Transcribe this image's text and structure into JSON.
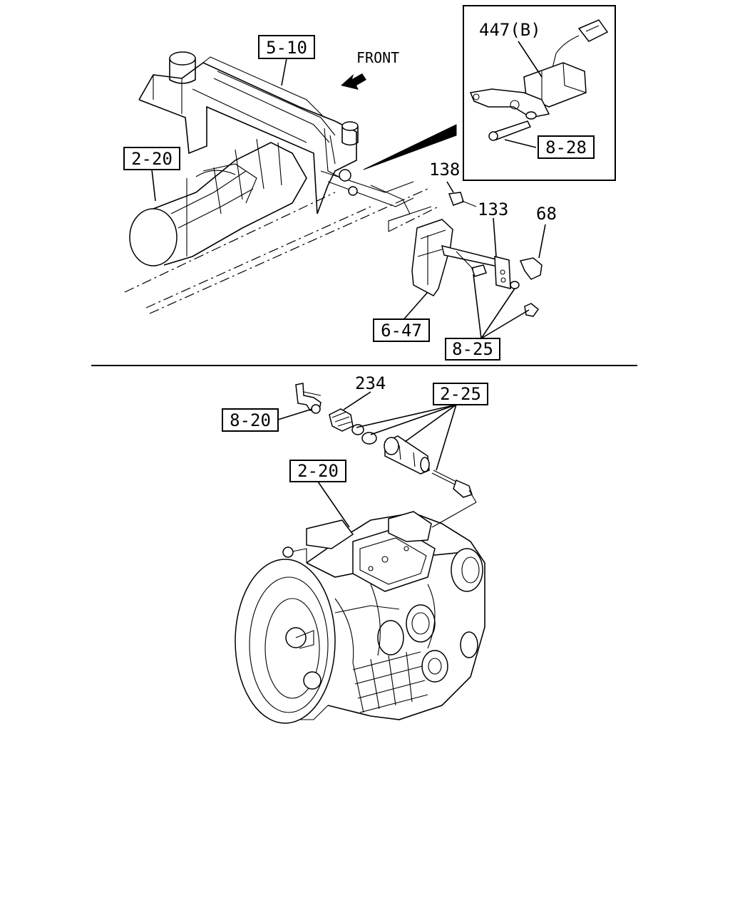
{
  "upper_view": {
    "front_label": "FRONT",
    "callouts": {
      "c_5_10": "5-10",
      "c_2_20_upper": "2-20",
      "c_447b": "447(B)",
      "c_8_28": "8-28",
      "c_138": "138",
      "c_133": "133",
      "c_68": "68",
      "c_6_47": "6-47",
      "c_8_25": "8-25"
    }
  },
  "lower_view": {
    "callouts": {
      "c_234": "234",
      "c_2_25": "2-25",
      "c_8_20": "8-20",
      "c_2_20_lower": "2-20"
    }
  }
}
